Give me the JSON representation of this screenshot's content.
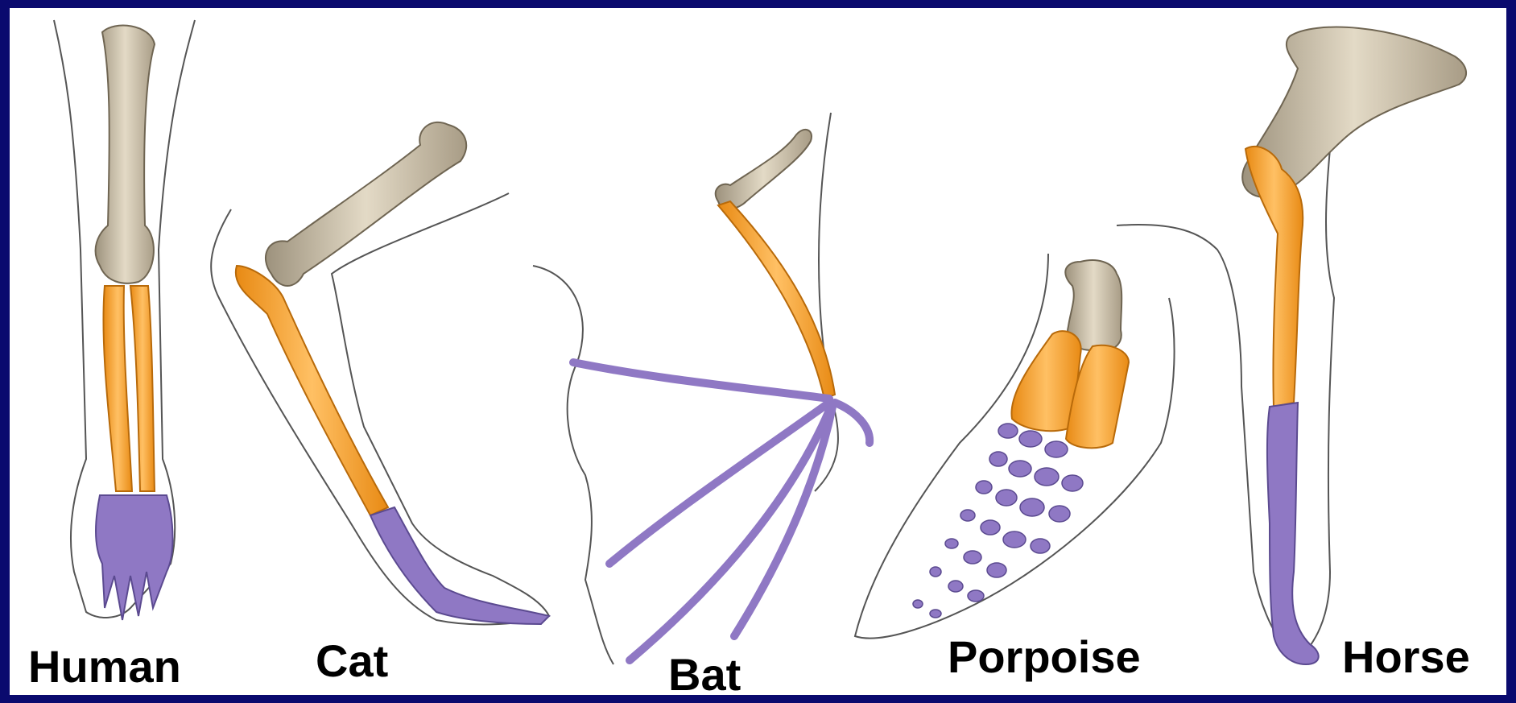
{
  "labels": {
    "human": "Human",
    "cat": "Cat",
    "bat": "Bat",
    "porpoise": "Porpoise",
    "horse": "Horse"
  },
  "colors": {
    "border": "#0a0a6e",
    "humerus": "#cdc2aa",
    "forearm": "#f5a12c",
    "hand": "#8f78c4",
    "outline": "#555555",
    "text": "#000000"
  }
}
